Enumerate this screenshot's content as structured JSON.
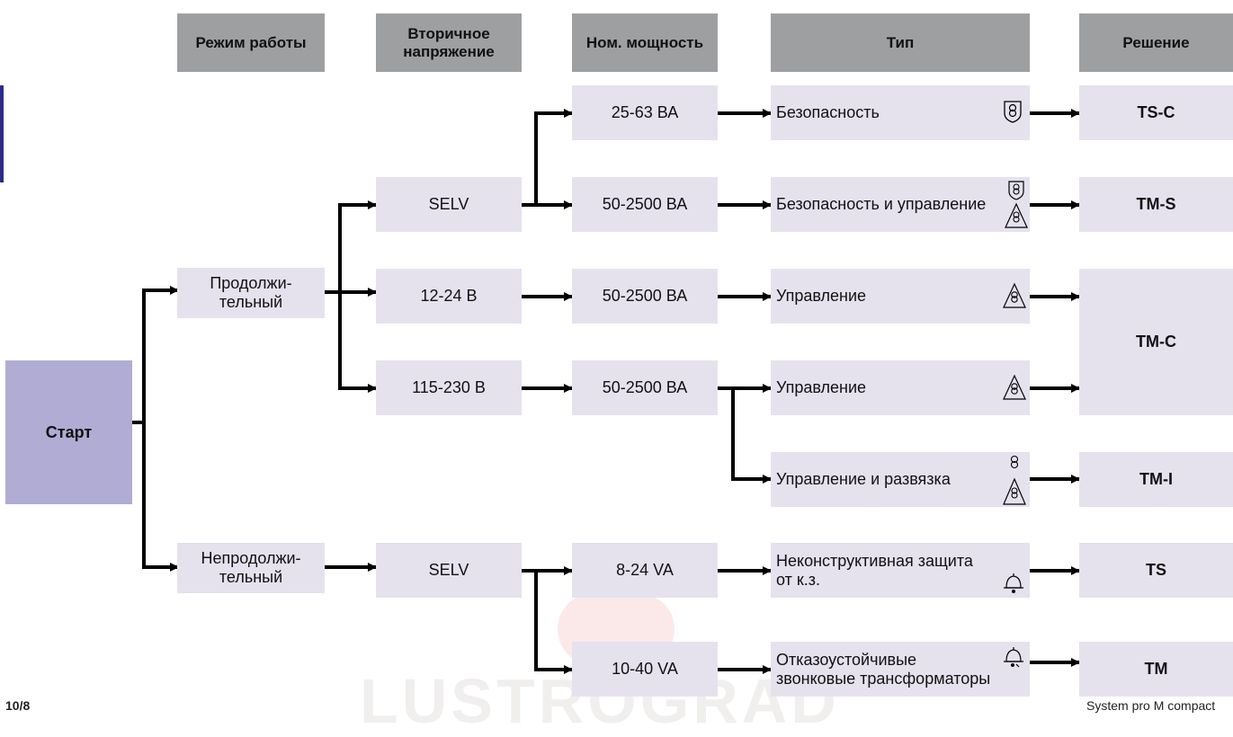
{
  "headers": {
    "mode": "Режим работы",
    "secondary": "Вторичное\nнапряжение",
    "power": "Ном. мощность",
    "type": "Тип",
    "solution": "Решение"
  },
  "start": "Старт",
  "modes": {
    "continuous": "Продолжи-\nтельный",
    "noncontinuous": "Непродолжи-\nтельный"
  },
  "voltages": {
    "selv_1": "SELV",
    "v12_24": "12-24 В",
    "v115_230": "115-230 В",
    "selv_2": "SELV"
  },
  "powers": {
    "p1": "25-63 ВА",
    "p2": "50-2500 ВА",
    "p3": "50-2500 ВА",
    "p4": "50-2500 ВА",
    "p5": "8-24 VA",
    "p6": "10-40 VA"
  },
  "types": {
    "t1": "Безопасность",
    "t2": "Безопасность и управление",
    "t3": "Управление",
    "t4": "Управление",
    "t5": "Управление и развязка",
    "t6": "Неконструктивная защита\nот к.з.",
    "t7": "Отказоустойчивые\nзвонковые трансформаторы"
  },
  "solutions": {
    "s1": "TS-C",
    "s2": "TM-S",
    "s3": "TM-C",
    "s4": "TM-I",
    "s5": "TS",
    "s6": "TM"
  },
  "footer": {
    "page": "10/8",
    "brand": "System pro M compact"
  },
  "watermark": "LUSTROGRAD",
  "colors": {
    "header": "#9e9fa1",
    "node": "#e5e2ee",
    "start": "#b0acd3",
    "line": "#000000",
    "edge": "#2b2b8c"
  }
}
